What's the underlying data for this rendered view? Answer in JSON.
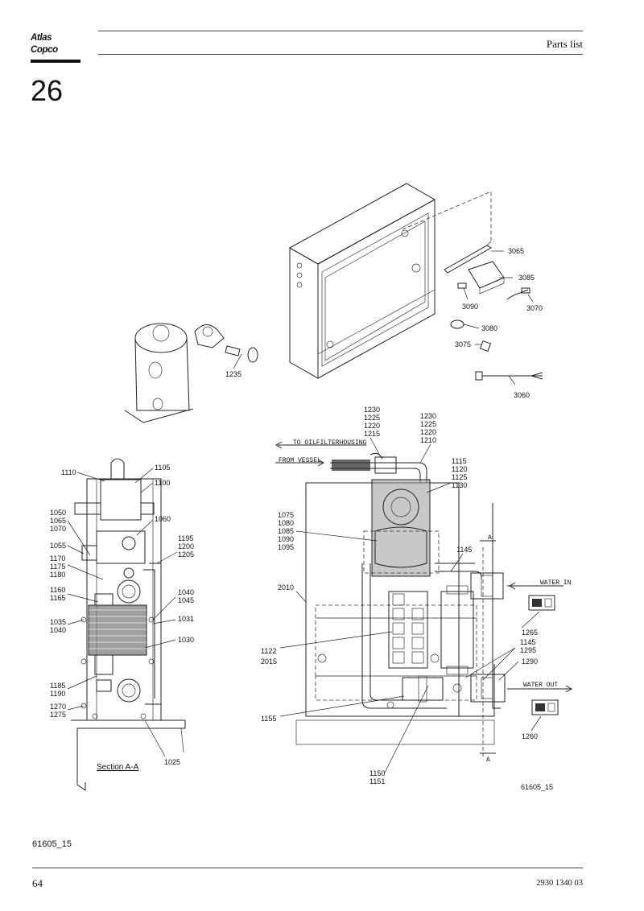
{
  "header": {
    "brand": "Atlas Copco",
    "section": "Parts list",
    "chapter": "26"
  },
  "footer": {
    "figure_code": "61605_15",
    "page_number": "64",
    "document_number": "2930 1340 03"
  },
  "drawing": {
    "figure_code": "61605_15",
    "section_label": "Section A-A",
    "annotations": {
      "to_oil_filter": "TO OILFILTERHOUSING",
      "from_vessel": "FROM VESSEL",
      "water_in": "WATER IN",
      "water_out": "WATER OUT",
      "section_mark_top": "A",
      "section_mark_bottom": "A"
    },
    "callouts": {
      "c3065": "3065",
      "c3085": "3085",
      "c3090": "3090",
      "c3070": "3070",
      "c3080": "3080",
      "c3075": "3075",
      "c3060": "3060",
      "c1235": "1235",
      "c1230a": "1230",
      "c1225a": "1225",
      "c1220a": "1220",
      "c1215": "1215",
      "c1230b": "1230",
      "c1225b": "1225",
      "c1220b": "1220",
      "c1210": "1210",
      "c1115": "1115",
      "c1120": "1120",
      "c1125": "1125",
      "c1130": "1130",
      "c1075": "1075",
      "c1080": "1080",
      "c1085": "1085",
      "c1090": "1090",
      "c1095": "1095",
      "c1145a": "1145",
      "c2010": "2010",
      "c1122": "1122",
      "c2015": "2015",
      "c1265": "1265",
      "c1145b": "1145",
      "c1295": "1295",
      "c1290": "1290",
      "c1155": "1155",
      "c1260": "1260",
      "c1150": "1150",
      "c1151": "1151",
      "c1110": "1110",
      "c1105": "1105",
      "c1100": "1100",
      "c1050": "1050",
      "c1065": "1065",
      "c1070": "1070",
      "c1060": "1060",
      "c1055": "1055",
      "c1195": "1195",
      "c1200": "1200",
      "c1205": "1205",
      "c1170": "1170",
      "c1175": "1175",
      "c1180": "1180",
      "c1160": "1160",
      "c1165": "1165",
      "c1040a": "1040",
      "c1045": "1045",
      "c1035": "1035",
      "c1040b": "1040",
      "c1031": "1031",
      "c1030": "1030",
      "c1185": "1185",
      "c1190": "1190",
      "c1270": "1270",
      "c1275": "1275",
      "c1025": "1025"
    }
  }
}
